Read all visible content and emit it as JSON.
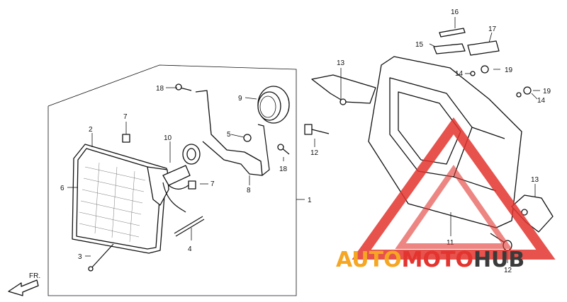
{
  "callouts": [
    {
      "id": "c1",
      "text": "1"
    },
    {
      "id": "c2",
      "text": "2"
    },
    {
      "id": "c3",
      "text": "3"
    },
    {
      "id": "c4",
      "text": "4"
    },
    {
      "id": "c5",
      "text": "5"
    },
    {
      "id": "c6",
      "text": "6"
    },
    {
      "id": "c7a",
      "text": "7"
    },
    {
      "id": "c7b",
      "text": "7"
    },
    {
      "id": "c8",
      "text": "8"
    },
    {
      "id": "c9",
      "text": "9"
    },
    {
      "id": "c10",
      "text": "10"
    },
    {
      "id": "c11",
      "text": "11"
    },
    {
      "id": "c12a",
      "text": "12"
    },
    {
      "id": "c12b",
      "text": "12"
    },
    {
      "id": "c13a",
      "text": "13"
    },
    {
      "id": "c13b",
      "text": "13"
    },
    {
      "id": "c14a",
      "text": "14"
    },
    {
      "id": "c14b",
      "text": "14"
    },
    {
      "id": "c15",
      "text": "15"
    },
    {
      "id": "c16",
      "text": "16"
    },
    {
      "id": "c17",
      "text": "17"
    },
    {
      "id": "c18a",
      "text": "18"
    },
    {
      "id": "c18b",
      "text": "18"
    },
    {
      "id": "c19a",
      "text": "19"
    },
    {
      "id": "c19b",
      "text": "19"
    }
  ],
  "direction_label": "FR.",
  "watermark": {
    "part1": "AUTO",
    "part2": "MOTO",
    "part3": "HUB",
    "color_orange": "#f5a623",
    "color_red": "#e3342f",
    "color_dark": "#3a3a3a"
  }
}
